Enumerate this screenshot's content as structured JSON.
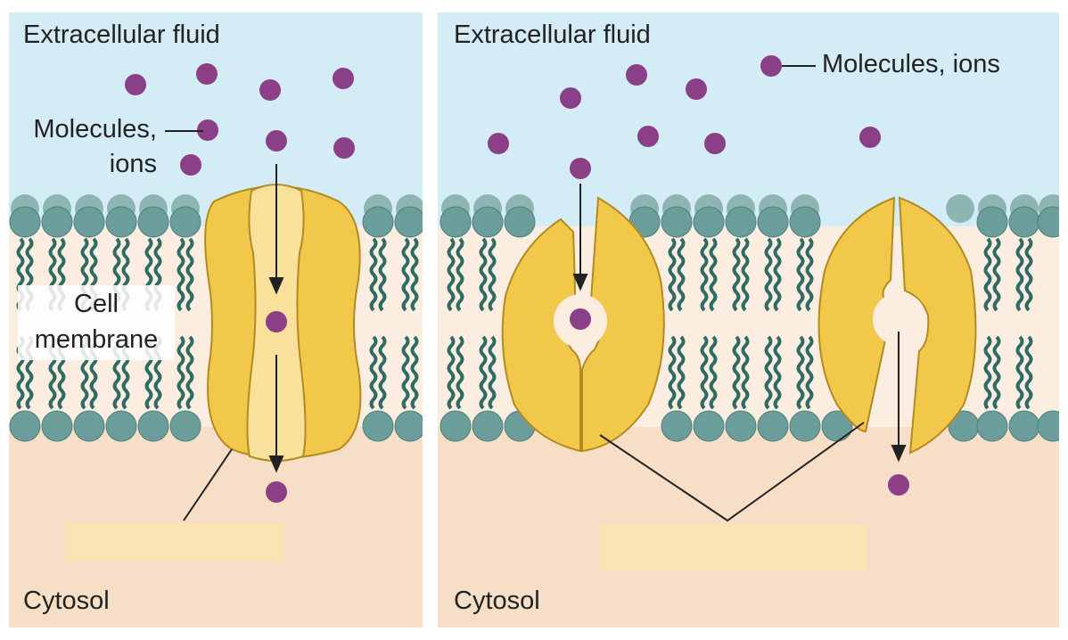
{
  "labels": {
    "extracellular": "Extracellular fluid",
    "cytosol": "Cytosol",
    "molecules_ions_left": [
      "Molecules,",
      "ions"
    ],
    "molecules_ions_right": "Molecules, ions",
    "cell_membrane": [
      "Cell",
      "membrane"
    ]
  },
  "colors": {
    "extracellular": "#d4ecf5",
    "cytosol": "#f7dfc7",
    "membrane_core": "#fbeee0",
    "phospholipid_head": "#6b9e9a",
    "phospholipid_head_back": "#8db6b3",
    "phospholipid_tail": "#2e6b64",
    "protein_fill": "#f2c84b",
    "protein_inner": "#f9e19b",
    "protein_stroke": "#b38a22",
    "molecule": "#8b3f86",
    "label_blank": "#fbe3b4"
  },
  "icons": {
    "molecule": "circle",
    "arrow": "arrow-down"
  }
}
